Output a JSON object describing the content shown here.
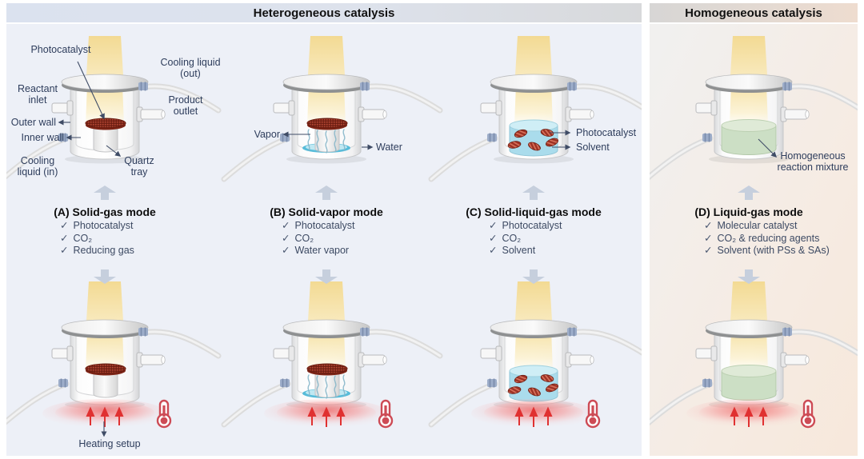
{
  "ui": {
    "check": "✓"
  },
  "headers": {
    "heterogeneous": "Heterogeneous catalysis",
    "homogeneous": "Homogeneous catalysis"
  },
  "modes": [
    {
      "id": "A",
      "title": "(A) Solid-gas mode",
      "items": [
        "Photocatalyst",
        "CO₂",
        "Reducing gas"
      ]
    },
    {
      "id": "B",
      "title": "(B) Solid-vapor mode",
      "items": [
        "Photocatalyst",
        "CO₂",
        "Water vapor"
      ]
    },
    {
      "id": "C",
      "title": "(C) Solid-liquid-gas mode",
      "items": [
        "Photocatalyst",
        "CO₂",
        "Solvent"
      ]
    },
    {
      "id": "D",
      "title": "(D) Liquid-gas mode",
      "items": [
        "Molecular catalyst",
        "CO₂ & reducing agents",
        "Solvent (with PSs & SAs)"
      ]
    }
  ],
  "annotations": {
    "photocatalyst_a": "Photocatalyst",
    "cooling_out": "Cooling liquid (out)",
    "reactant_inlet": "Reactant inlet",
    "product_outlet": "Product outlet",
    "outer_wall": "Outer wall",
    "inner_wall": "Inner wall",
    "cooling_in": "Cooling liquid (in)",
    "quartz_tray": "Quartz tray",
    "heating_setup": "Heating setup",
    "vapor": "Vapor",
    "water": "Water",
    "photocatalyst_c": "Photocatalyst",
    "solvent_c": "Solvent",
    "homogeneous_mixture": "Homogeneous reaction mixture"
  },
  "colors": {
    "beam_yellow": "#f3da93",
    "heat_red": "#e03131",
    "thermometer_red": "#cd4b55",
    "water_blue": "#57bcd9",
    "solvent_blue": "#aadcec",
    "mixture_green": "#ccdfc5",
    "catalyst_red": "#b64834",
    "panel_left_bg": "#edf0f7",
    "panel_right_bg": "#f6ebe2"
  }
}
